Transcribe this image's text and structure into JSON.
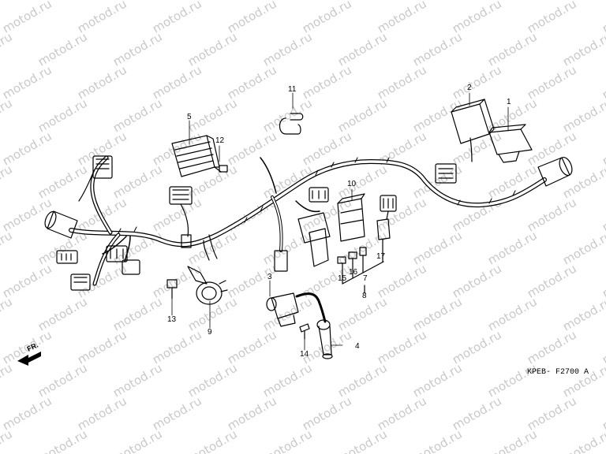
{
  "watermark": "motod.ru",
  "drawing_code": "KPEB- F2700 A",
  "front_marker": "FR.",
  "callouts": {
    "c1": "1",
    "c2": "2",
    "c3": "3",
    "c4": "4",
    "c5": "5",
    "c7": "7",
    "c8": "8",
    "c9": "9",
    "c10": "10",
    "c11": "11",
    "c12": "12",
    "c13": "13",
    "c14": "14",
    "c15": "15",
    "c16": "16",
    "c17": "17"
  },
  "colors": {
    "line": "#000000",
    "watermark": "#c9c9c9",
    "background": "#ffffff"
  }
}
